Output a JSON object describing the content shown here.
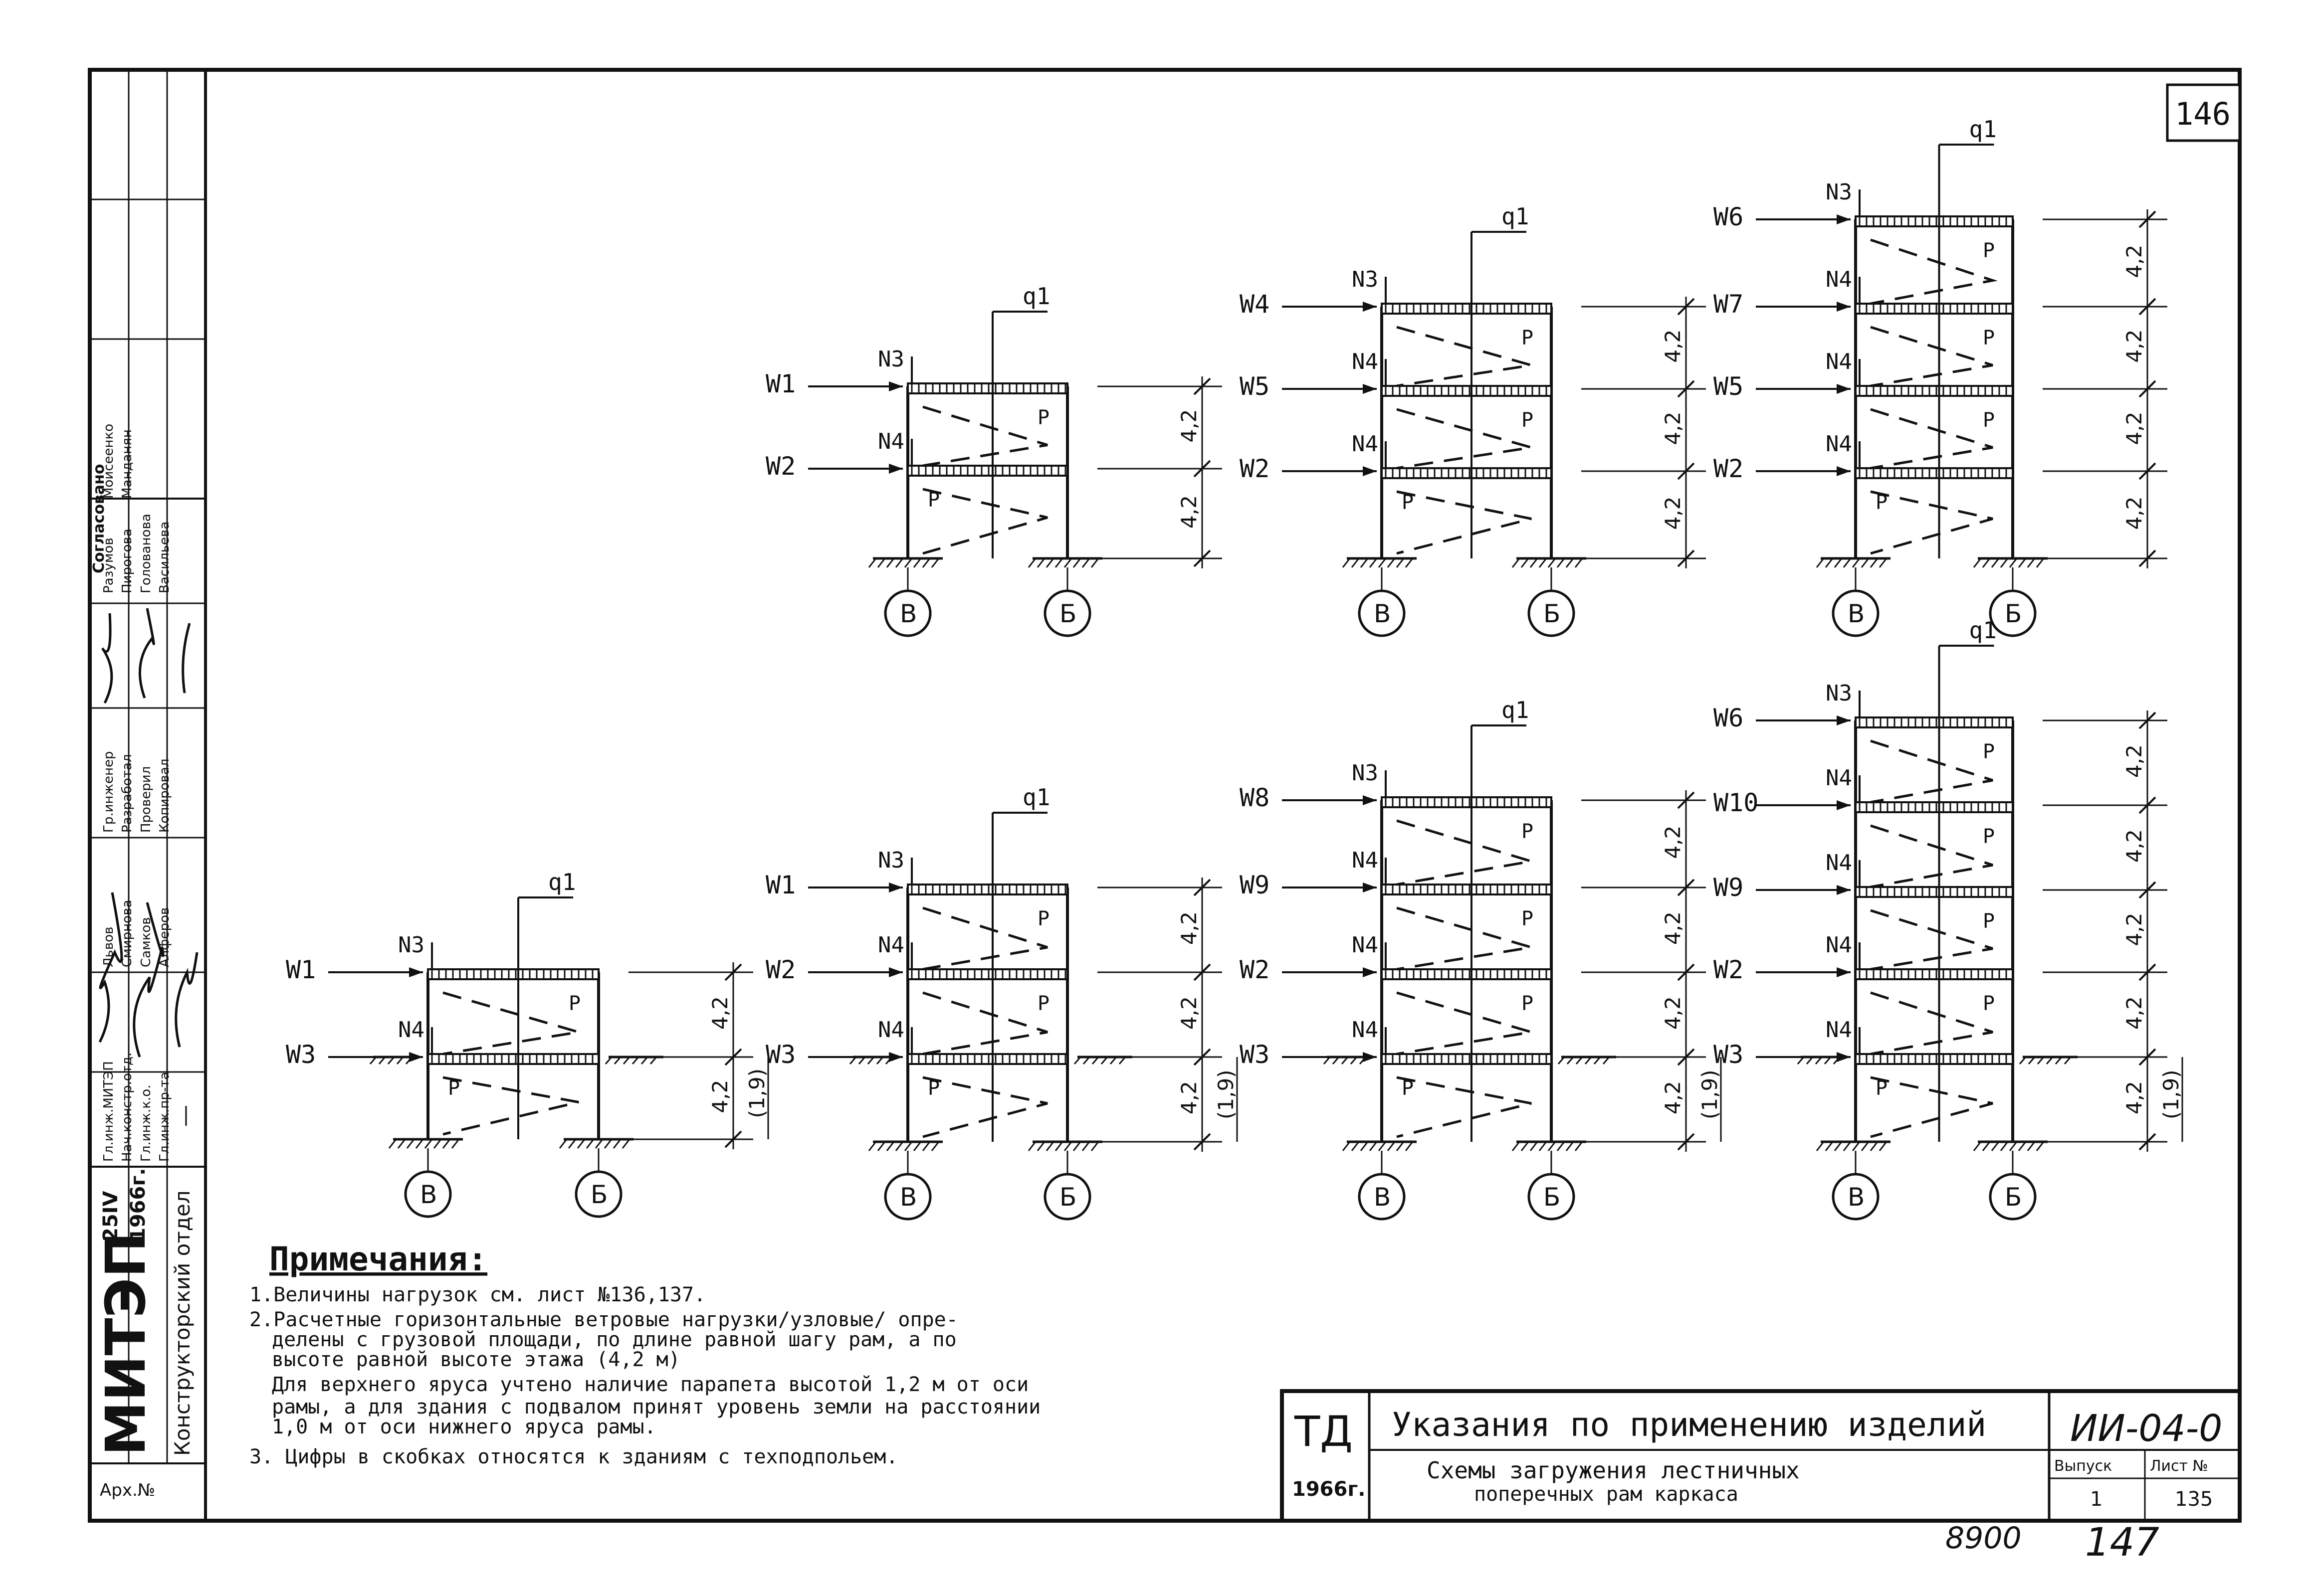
{
  "sheet_number": "146",
  "notes": {
    "title": "Примечания:",
    "lines": [
      "1.Величины нагрузок см. лист №136,137.",
      "2.Расчетные горизонтальные ветровые нагрузки/узловые/ опре-",
      "делены с грузовой площади, по длине равной шагу рам, а по",
      "высоте равной высоте этажа (4,2 м)",
      "Для верхнего яруса учтено наличие парапета высотой 1,2 м от оси",
      "рамы, а для здания с подвалом принят уровень земли на расстоянии",
      "1,0 м от оси нижнего яруса рамы.",
      "3. Цифры в скобках относятся к зданиям с техподпольем."
    ]
  },
  "stamp": {
    "td": "ТД",
    "year": "1966г.",
    "title": "Указания по применению изделий",
    "subtitle1": "Схемы загружения лестничных",
    "subtitle2": "поперечных рам каркаса",
    "code": "ИИ-04-0",
    "vypusk_label": "Выпуск",
    "vypusk_value": "1",
    "list_label": "Лист №",
    "list_value": "135"
  },
  "side_block": {
    "org": "МИТЭП",
    "dept": "Конструкторский отдел",
    "arch": "Арх.№",
    "date1": "25IV",
    "date2": "1966г.",
    "agreed": "Согласовано",
    "roles": [
      "Гл.инж.МИТЭП",
      "Нач.констр.отд.",
      "Гл.инж.к.о.",
      "Гл.инж.пр-та",
      "Гр.инженер",
      "Разработал",
      "Проверил",
      "Копировал"
    ],
    "names": [
      "Львов",
      "Смирнова",
      "Самков",
      "Алферов",
      "Разумов",
      "Пирогова",
      "Голованова",
      "Васильева",
      "Моисеенко",
      "Манданян"
    ],
    "dash": "—"
  },
  "handwritten": {
    "left": "8900",
    "right": "147"
  },
  "frames": [
    {
      "id": "top-2",
      "columns": [
        "В",
        "Б"
      ],
      "dims": [
        "4,2",
        "4,2"
      ],
      "labels": {
        "q": "q1",
        "n": [
          "N3",
          "N4"
        ],
        "w": [
          "W1",
          "W2"
        ],
        "p": "P"
      }
    },
    {
      "id": "top-3",
      "columns": [
        "В",
        "Б"
      ],
      "dims": [
        "4,2",
        "4,2",
        "4,2"
      ],
      "labels": {
        "q": "q1",
        "n": [
          "N3",
          "N4",
          "N4"
        ],
        "w": [
          "W4",
          "W5",
          "W2"
        ],
        "p": "P"
      }
    },
    {
      "id": "top-4",
      "columns": [
        "В",
        "Б"
      ],
      "dims": [
        "4,2",
        "4,2",
        "4,2",
        "4,2"
      ],
      "labels": {
        "q": "q1",
        "n": [
          "N3",
          "N4",
          "N4",
          "N4"
        ],
        "w": [
          "W6",
          "W7",
          "W5",
          "W2"
        ],
        "p": "P"
      }
    },
    {
      "id": "bot-2",
      "columns": [
        "В",
        "Б"
      ],
      "dims": [
        "4,2",
        "4,2"
      ],
      "paren": "(1,9)",
      "labels": {
        "q": "q1",
        "n": [
          "N3",
          "N4"
        ],
        "w": [
          "W1",
          "W3"
        ],
        "p": "P"
      }
    },
    {
      "id": "bot-3",
      "columns": [
        "В",
        "Б"
      ],
      "dims": [
        "4,2",
        "4,2",
        "4,2"
      ],
      "paren": "(1,9)",
      "labels": {
        "q": "q1",
        "n": [
          "N3",
          "N4",
          "N4"
        ],
        "w": [
          "W1",
          "W2",
          "W3"
        ],
        "p": "P"
      }
    },
    {
      "id": "bot-4",
      "columns": [
        "В",
        "Б"
      ],
      "dims": [
        "4,2",
        "4,2",
        "4,2",
        "4,2"
      ],
      "paren": "(1,9)",
      "labels": {
        "q": "q1",
        "n": [
          "N3",
          "N4",
          "N4",
          "N4"
        ],
        "w": [
          "W8",
          "W9",
          "W2",
          "W3"
        ],
        "p": "P"
      }
    },
    {
      "id": "bot-5",
      "columns": [
        "В",
        "Б"
      ],
      "dims": [
        "4,2",
        "4,2",
        "4,2",
        "4,2",
        "4,2"
      ],
      "paren": "(1,9)",
      "labels": {
        "q": "q1",
        "n": [
          "N3",
          "N4",
          "N4",
          "N4",
          "N4"
        ],
        "w": [
          "W6",
          "W10",
          "W9",
          "W2",
          "W3"
        ],
        "p": "P"
      }
    }
  ]
}
